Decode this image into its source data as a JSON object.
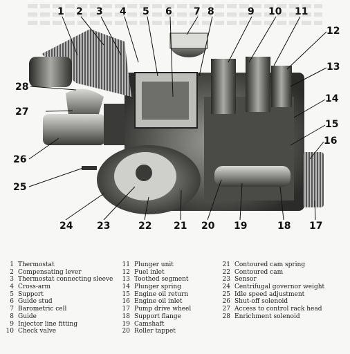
{
  "callouts": [
    {
      "n": "1"
    },
    {
      "n": "2"
    },
    {
      "n": "3"
    },
    {
      "n": "4"
    },
    {
      "n": "5"
    },
    {
      "n": "6"
    },
    {
      "n": "7"
    },
    {
      "n": "8"
    },
    {
      "n": "9"
    },
    {
      "n": "10"
    },
    {
      "n": "11"
    },
    {
      "n": "12"
    },
    {
      "n": "13"
    },
    {
      "n": "14"
    },
    {
      "n": "15"
    },
    {
      "n": "16"
    },
    {
      "n": "17"
    },
    {
      "n": "18"
    },
    {
      "n": "19"
    },
    {
      "n": "20"
    },
    {
      "n": "21"
    },
    {
      "n": "22"
    },
    {
      "n": "23"
    },
    {
      "n": "24"
    },
    {
      "n": "25"
    },
    {
      "n": "26"
    },
    {
      "n": "27"
    },
    {
      "n": "28"
    }
  ],
  "legend": [
    {
      "n": "1",
      "label": "Thermostat"
    },
    {
      "n": "2",
      "label": "Compensating lever"
    },
    {
      "n": "3",
      "label": "Thermostat connecting sleeve"
    },
    {
      "n": "4",
      "label": "Cross-arm"
    },
    {
      "n": "5",
      "label": "Support"
    },
    {
      "n": "6",
      "label": "Guide stud"
    },
    {
      "n": "7",
      "label": "Barometric cell"
    },
    {
      "n": "8",
      "label": "Guide"
    },
    {
      "n": "9",
      "label": "Injector line fitting"
    },
    {
      "n": "10",
      "label": "Check valve"
    },
    {
      "n": "11",
      "label": "Plunger unit"
    },
    {
      "n": "12",
      "label": "Fuel inlet"
    },
    {
      "n": "13",
      "label": "Toothed segment"
    },
    {
      "n": "14",
      "label": "Plunger spring"
    },
    {
      "n": "15",
      "label": "Engine oil return"
    },
    {
      "n": "16",
      "label": "Engine oil inlet"
    },
    {
      "n": "17",
      "label": "Pump drive wheel"
    },
    {
      "n": "18",
      "label": "Support flange"
    },
    {
      "n": "19",
      "label": "Camshaft"
    },
    {
      "n": "20",
      "label": "Roller tappet"
    },
    {
      "n": "21",
      "label": "Contoured cam spring"
    },
    {
      "n": "22",
      "label": "Contoured cam"
    },
    {
      "n": "23",
      "label": "Sensor"
    },
    {
      "n": "24",
      "label": "Centrifugal governor weight"
    },
    {
      "n": "25",
      "label": "Idle speed adjustment"
    },
    {
      "n": "26",
      "label": "Shut-off solenoid"
    },
    {
      "n": "27",
      "label": "Access to control rack head"
    },
    {
      "n": "28",
      "label": "Enrichment solenoid"
    }
  ]
}
